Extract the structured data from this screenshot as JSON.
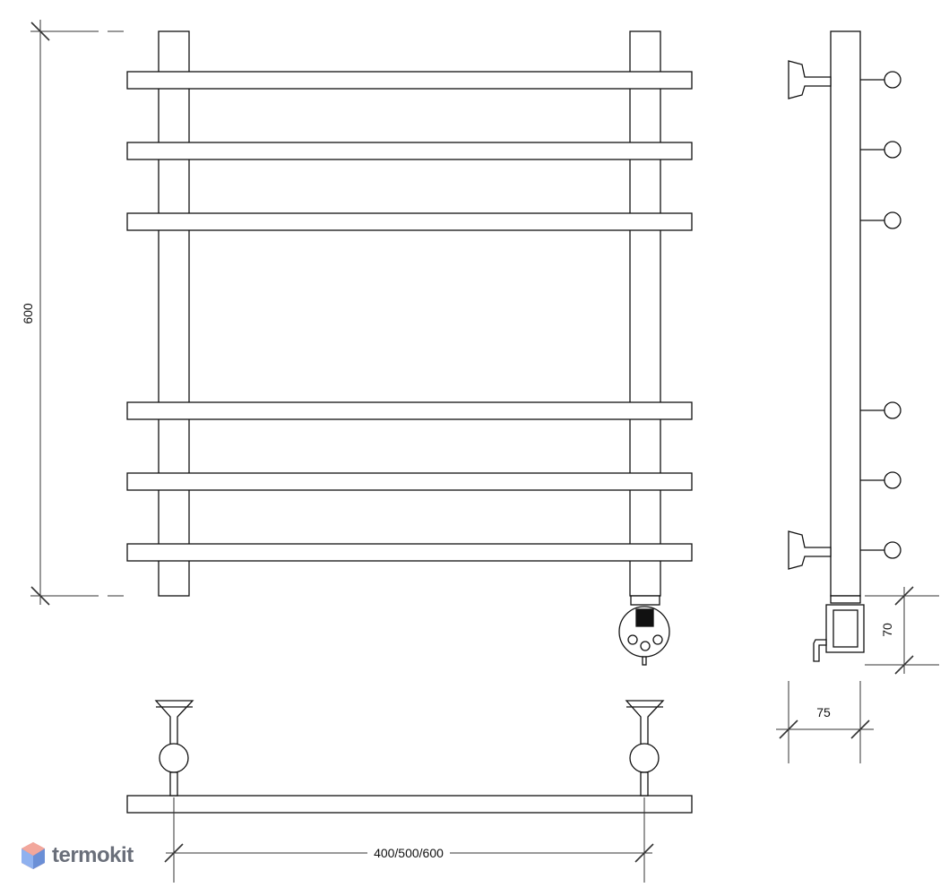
{
  "dimensions": {
    "height": "600",
    "width": "400/500/600",
    "depth": "75",
    "heater_height": "70"
  },
  "logo": {
    "text": "termokit"
  },
  "colors": {
    "line": "#111111",
    "dim_line": "#333333",
    "logo_text": "#6a6f7a"
  }
}
